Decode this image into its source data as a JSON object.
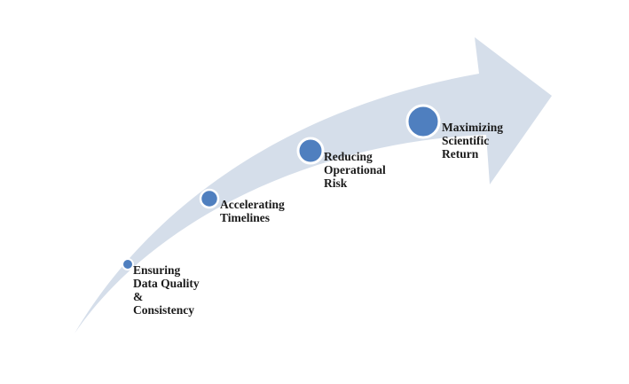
{
  "steps": [
    {
      "label": "Ensuring\nData Quality\n&\nConsistency"
    },
    {
      "label": "Accelerating\nTimelines"
    },
    {
      "label": "Reducing\nOperational\nRisk"
    },
    {
      "label": "Maximizing\nScientific\nReturn"
    }
  ],
  "colors": {
    "arrow_fill": "#d5deea",
    "circle_fill": "#4f7fbf",
    "circle_stroke": "#ffffff"
  }
}
